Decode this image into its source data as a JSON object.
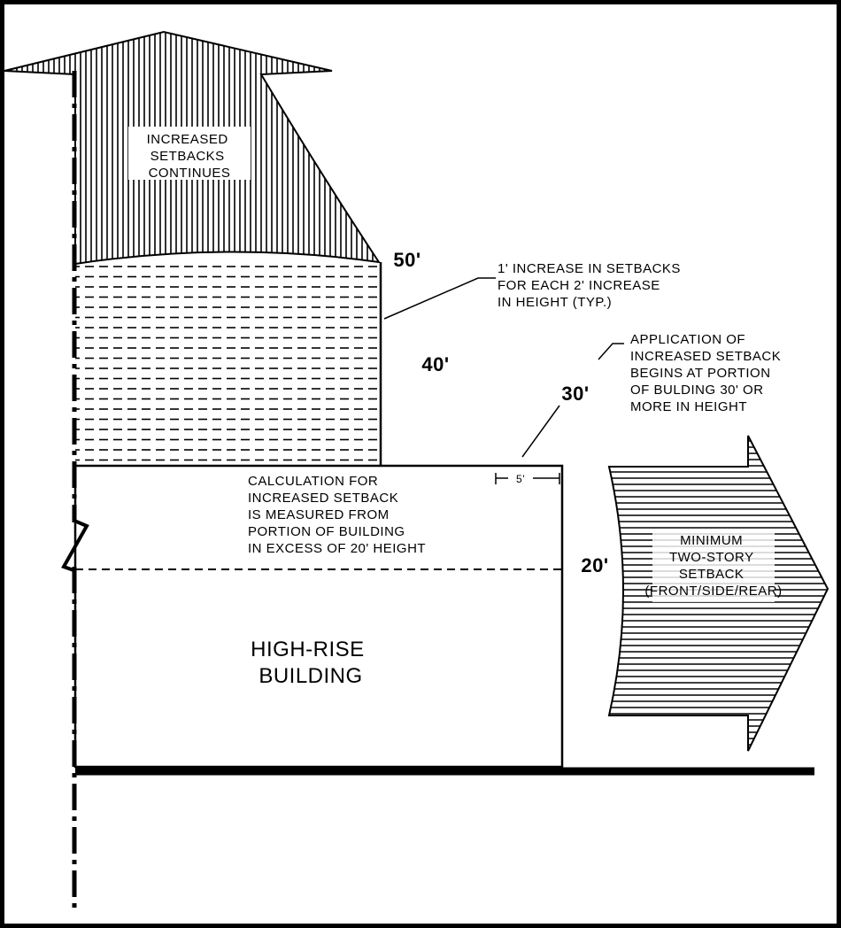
{
  "labels": {
    "increased_setbacks": [
      "INCREASED",
      "SETBACKS",
      "CONTINUES"
    ],
    "fifty": "50'",
    "forty": "40'",
    "thirty": "30'",
    "twenty": "20'",
    "five": "5'",
    "increase_note": [
      "1' INCREASE IN SETBACKS",
      "FOR EACH 2' INCREASE",
      "IN HEIGHT   (TYP.)"
    ],
    "application_note": [
      "APPLICATION OF",
      "INCREASED SETBACK",
      "BEGINS AT PORTION",
      "OF BULDING 30' OR",
      "MORE IN HEIGHT"
    ],
    "calculation_note": [
      "CALCULATION FOR",
      "INCREASED SETBACK",
      "IS MEASURED FROM",
      "PORTION OF BUILDING",
      "IN EXCESS OF 20' HEIGHT"
    ],
    "building": [
      "HIGH-RISE",
      "BUILDING"
    ],
    "setback_arrow": [
      "MINIMUM",
      "TWO-STORY",
      "SETBACK",
      "(FRONT/SIDE/REAR)"
    ]
  },
  "colors": {
    "ink": "#000000",
    "paper": "#ffffff"
  }
}
